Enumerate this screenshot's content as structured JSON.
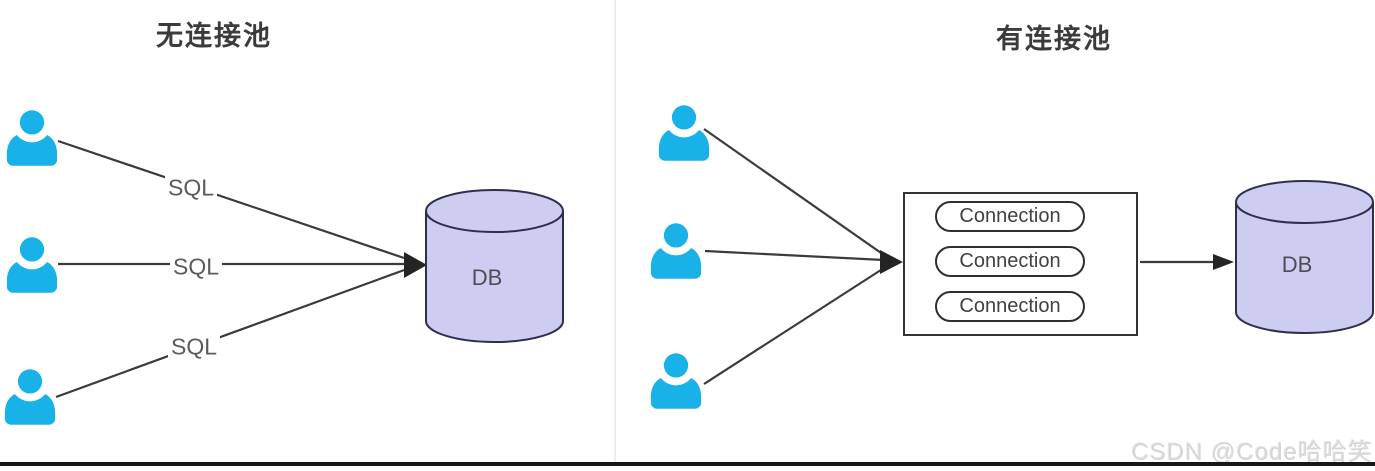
{
  "left_panel": {
    "title": "无连接池",
    "sql_labels": [
      "SQL",
      "SQL",
      "SQL"
    ],
    "db_label": "DB",
    "user_count": 3
  },
  "right_panel": {
    "title": "有连接池",
    "connection_labels": [
      "Connection",
      "Connection",
      "Connection"
    ],
    "db_label": "DB",
    "user_count": 3
  },
  "watermark": "CSDN @Code哈哈笑",
  "colors": {
    "user_icon": "#18b1e8",
    "db_fill": "#cdcdf1",
    "db_stroke": "#2f2f4d",
    "connector": "#3b3b3b",
    "arrowhead": "#242424",
    "title_text": "#3b3b3b",
    "sql_text": "#5a5a5a",
    "pill_border": "#2f2f2f",
    "watermark_text": "#d6d6d6",
    "divider": "#ededed",
    "bottom_bar": "#161616"
  }
}
